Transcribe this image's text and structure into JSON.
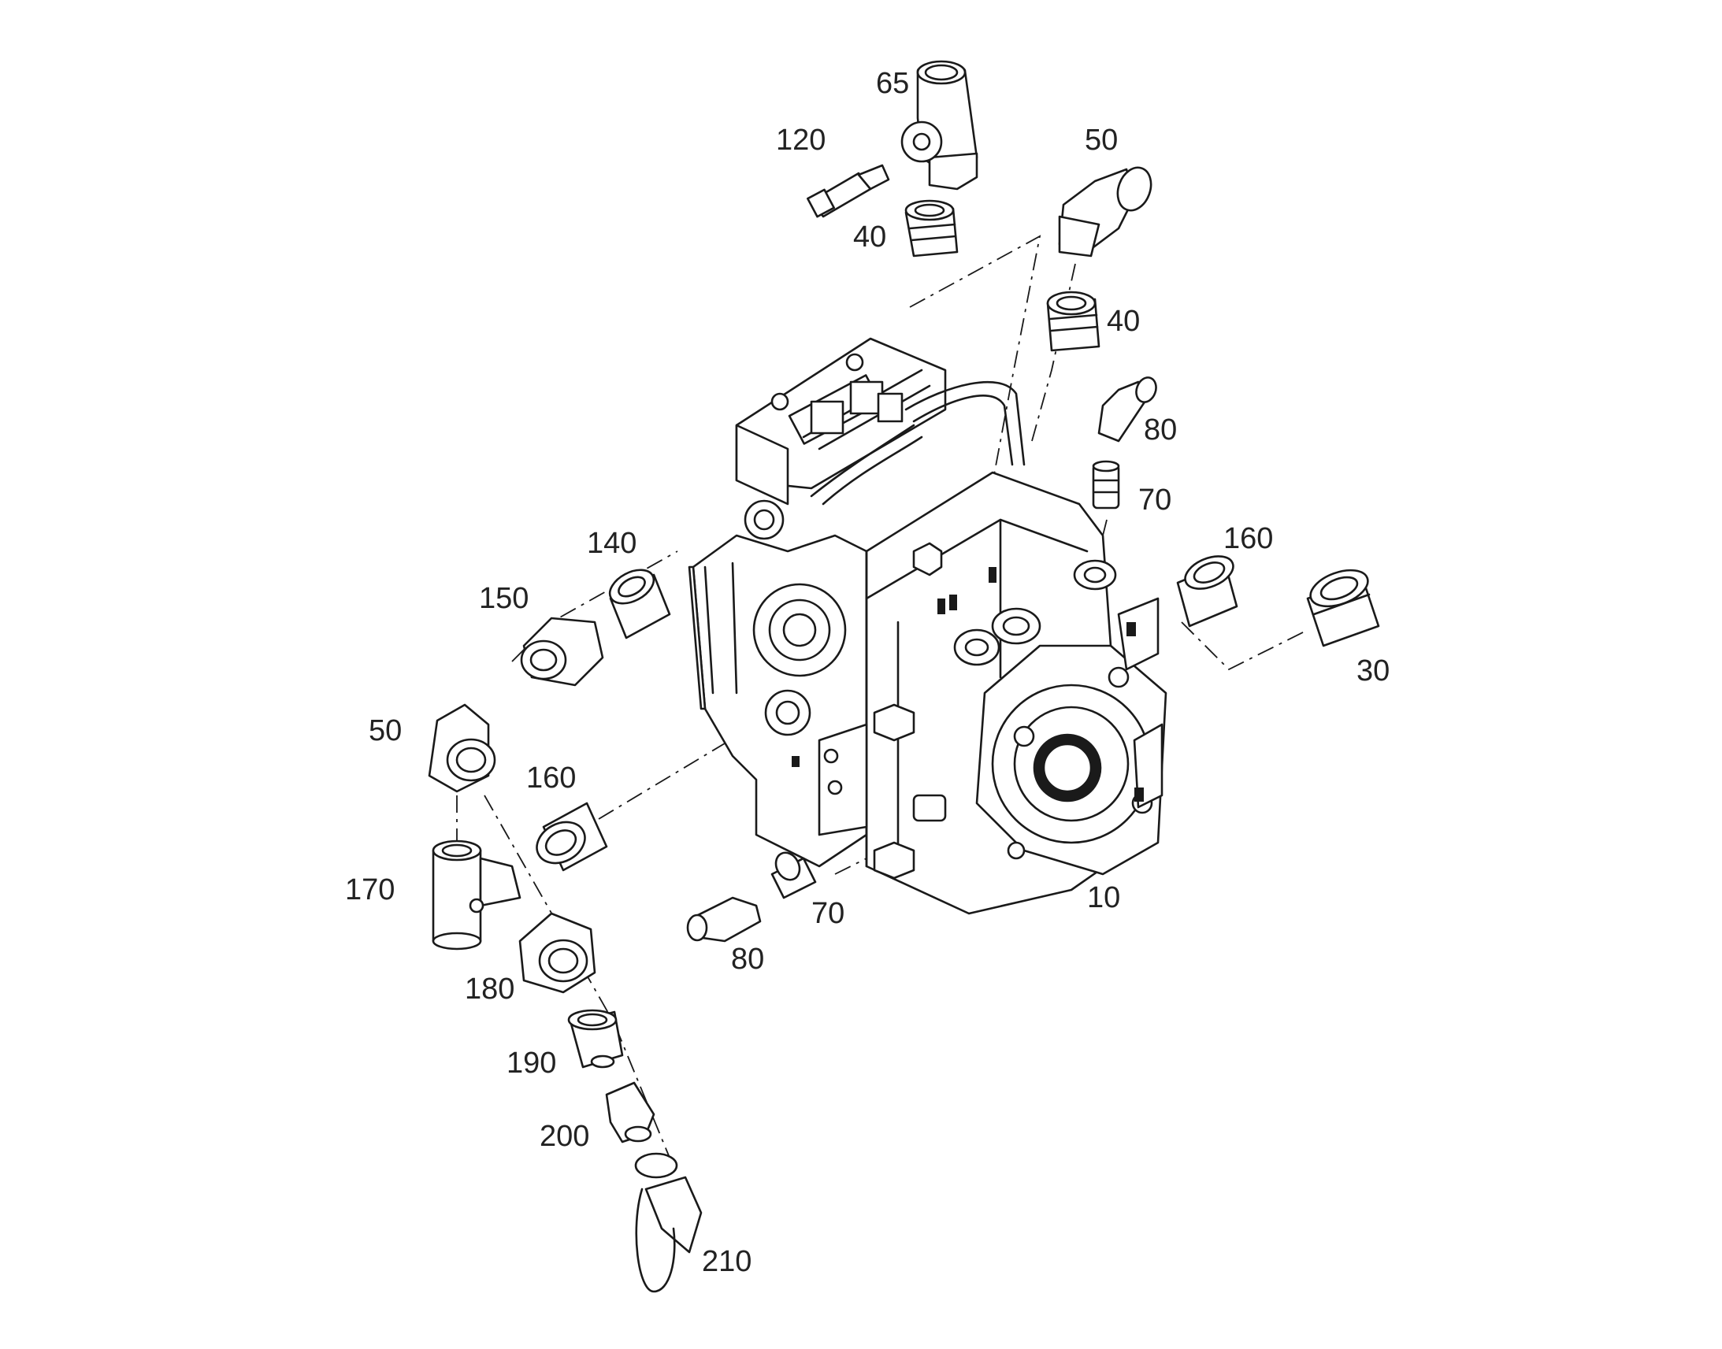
{
  "callouts": {
    "c65": "65",
    "c120": "120",
    "c40_top": "40",
    "c50_top": "50",
    "c40_right": "40",
    "c80_right": "80",
    "c70_right": "70",
    "c160_right": "160",
    "c30": "30",
    "c140": "140",
    "c150": "150",
    "c50_left": "50",
    "c160_left": "160",
    "c170": "170",
    "c180": "180",
    "c190": "190",
    "c200": "200",
    "c210": "210",
    "c70_bottom": "70",
    "c80_bottom": "80",
    "c10": "10"
  }
}
